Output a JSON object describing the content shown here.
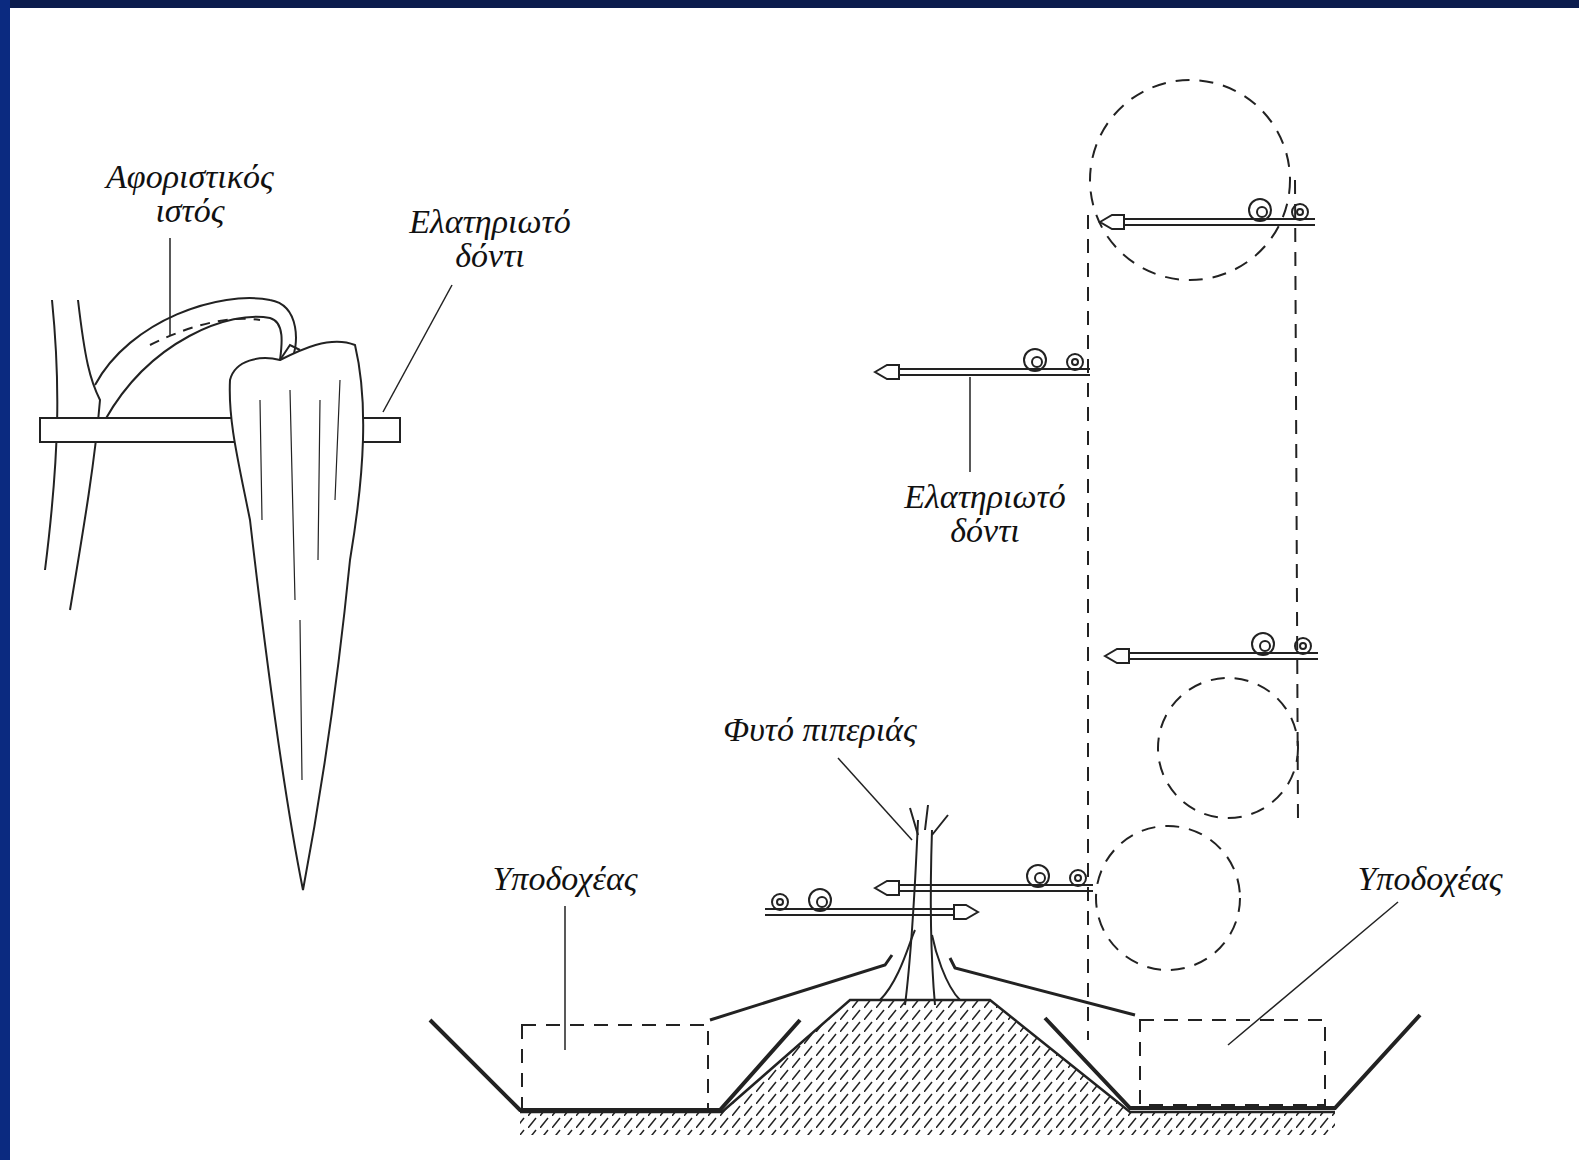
{
  "diagram": {
    "labels": [
      "Αφοριστικός ιστός",
      "Ελατηριωτό δόντι",
      "Ελατηριωτό δόντι",
      "Φυτό πιπεριάς",
      "Υποδοχέας",
      "Υποδοχέας"
    ]
  }
}
